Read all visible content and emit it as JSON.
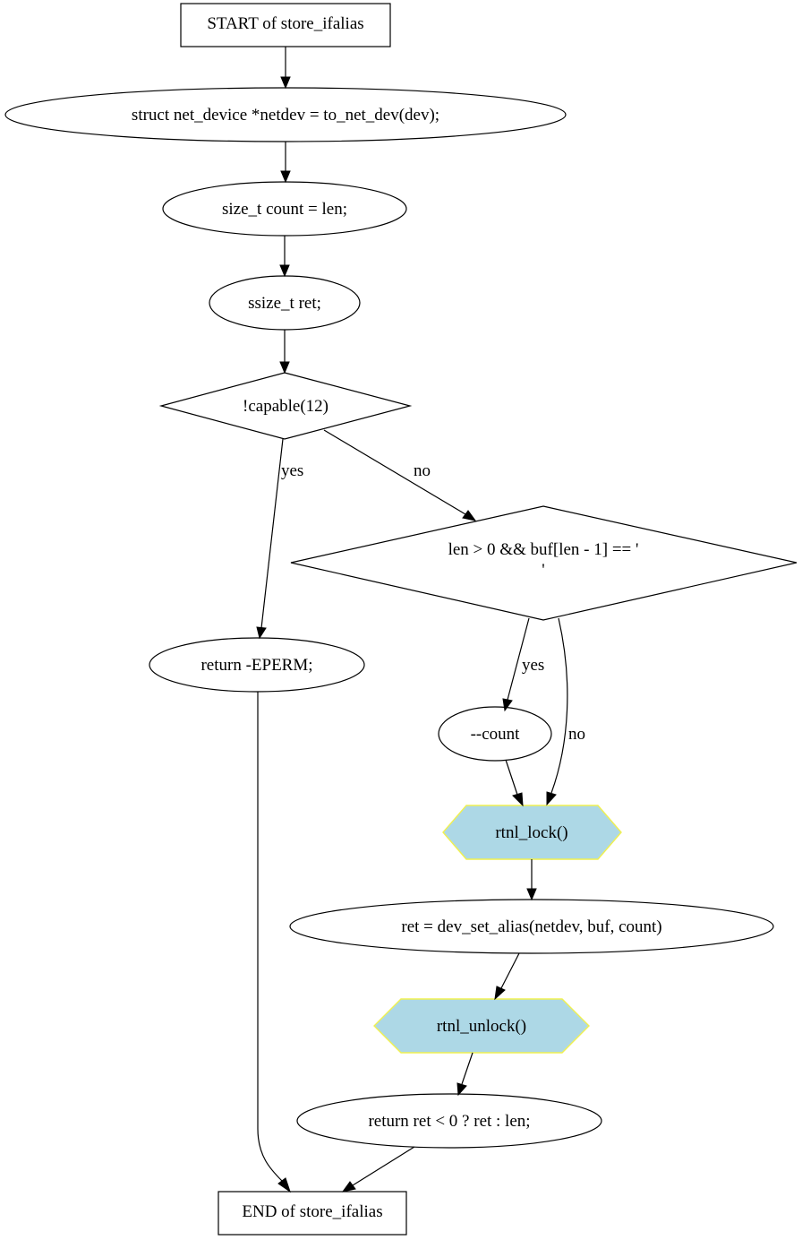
{
  "nodes": {
    "start": "START of store_ifalias",
    "netdev_decl": "struct net_device *netdev = to_net_dev(dev);",
    "count_decl": "size_t count = len;",
    "ret_decl": "ssize_t ret;",
    "capable_check": "!capable(12)",
    "newline_check_line1": "len > 0 && buf[len - 1] == '",
    "newline_check_line2": "'",
    "return_eperm": "return -EPERM;",
    "decrement_count": "--count",
    "rtnl_lock": "rtnl_lock()",
    "set_alias": "ret = dev_set_alias(netdev, buf, count)",
    "rtnl_unlock": "rtnl_unlock()",
    "return_ret": "return ret < 0 ? ret : len;",
    "end": "END of store_ifalias"
  },
  "edge_labels": {
    "capable_yes": "yes",
    "capable_no": "no",
    "newline_yes": "yes",
    "newline_no": "no"
  },
  "colors": {
    "hexagon_fill": "#add8e6",
    "hexagon_stroke": "#f0f050",
    "line": "#000000"
  }
}
